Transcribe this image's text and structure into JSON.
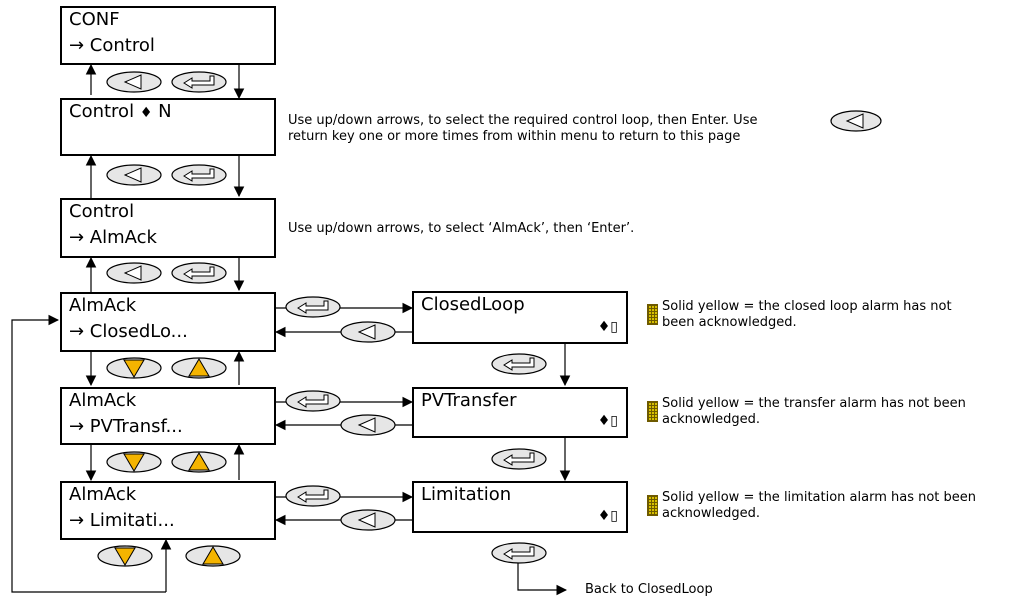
{
  "boxes": {
    "conf": {
      "line1": "CONF",
      "line2": "→ Control"
    },
    "control_select": {
      "line1": "Control",
      "arrows": "♦",
      "line1_suffix": "N"
    },
    "control_almack": {
      "line1": "Control",
      "line2": "→ AlmAck"
    },
    "almack_closed": {
      "line1": "AlmAck",
      "line2": "→ ClosedLo..."
    },
    "almack_pvt": {
      "line1": "AlmAck",
      "line2": "→ PVTransf..."
    },
    "almack_lim": {
      "line1": "AlmAck",
      "line2": "→ Limitati..."
    },
    "closedloop": {
      "line1": "ClosedLoop",
      "indicator": "♦▯"
    },
    "pvtransfer": {
      "line1": "PVTransfer",
      "indicator": "♦▯"
    },
    "limitation": {
      "line1": "Limitation",
      "indicator": "♦▯"
    }
  },
  "notes": {
    "select_loop_1": "Use up/down arrows, to select the required control loop, then Enter. Use",
    "select_loop_2": "return key one or more times from within menu to return to this page",
    "select_almack": "Use up/down arrows, to select ‘AlmAck’, then ‘Enter’.",
    "closed_1": "Solid yellow = the closed loop alarm has not",
    "closed_2": "been acknowledged.",
    "transfer_1": "Solid yellow = the transfer alarm has not been",
    "transfer_2": "acknowledged.",
    "limit_1": "Solid yellow = the limitation alarm has not been",
    "limit_2": "acknowledged.",
    "back": "Back to ClosedLoop"
  },
  "colors": {
    "alarm_yellow": "#d8c000",
    "key_fill": "#e6e6e6",
    "arrow_key_fill": "#f4b400"
  },
  "icons": {
    "page_key": "page-left-icon",
    "enter_key": "enter-icon",
    "down_key": "down-triangle-icon",
    "up_key": "up-triangle-icon"
  }
}
